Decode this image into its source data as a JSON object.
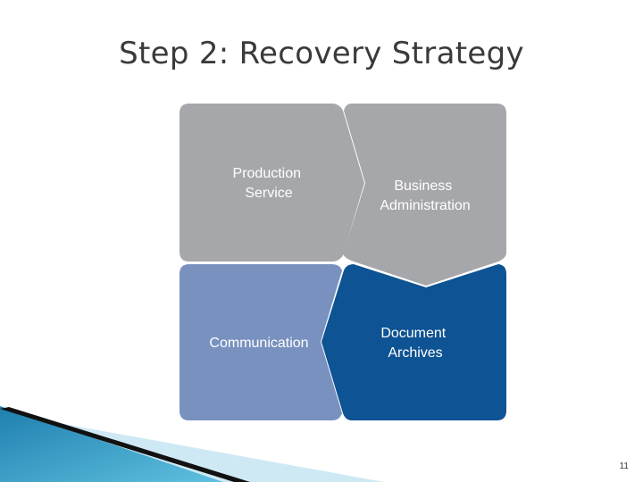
{
  "slide": {
    "title": "Step 2: Recovery Strategy",
    "page_number": "11"
  },
  "diagram": {
    "quadrants": [
      {
        "id": "production-service",
        "lines": [
          "Production",
          "Service"
        ],
        "color": "#a6a7aa",
        "text_color": "#ffffff"
      },
      {
        "id": "business-administration",
        "lines": [
          "Business",
          "Administration"
        ],
        "color": "#a6a7aa",
        "text_color": "#ffffff"
      },
      {
        "id": "communication",
        "lines": [
          "Communication"
        ],
        "color": "#7891bf",
        "text_color": "#ffffff"
      },
      {
        "id": "document-archives",
        "lines": [
          "Document",
          "Archives"
        ],
        "color": "#0e5393",
        "text_color": "#ffffff"
      }
    ]
  },
  "decoration": {
    "colors": {
      "teal": "#3aa0c8",
      "light_blue": "#9fd2e8",
      "dark": "#111111"
    }
  }
}
